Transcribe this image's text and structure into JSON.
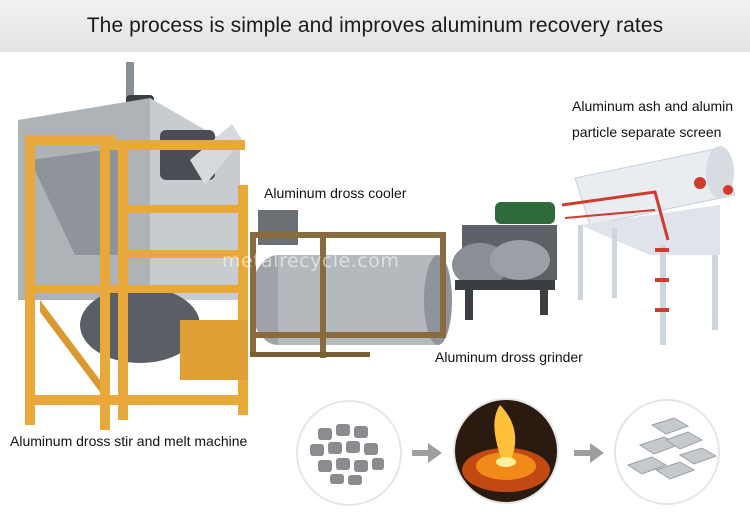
{
  "header": {
    "title": "The process is simple and improves aluminum recovery rates"
  },
  "labels": {
    "cooler": "Aluminum dross cooler",
    "screen_line1": "Aluminum ash and alumin",
    "screen_line2": "particle separate screen",
    "grinder": "Aluminum dross grinder",
    "stir_melt": "Aluminum dross stir and melt machine"
  },
  "watermark": "metalrecycle.com",
  "colors": {
    "frame_yellow": "#e8a93a",
    "steel_gray": "#b9bec4",
    "screen_white": "#e9edf2",
    "rail_red": "#d23a2e",
    "molten_orange": "#f28a1a",
    "arrow_gray": "#9e9e9e"
  }
}
